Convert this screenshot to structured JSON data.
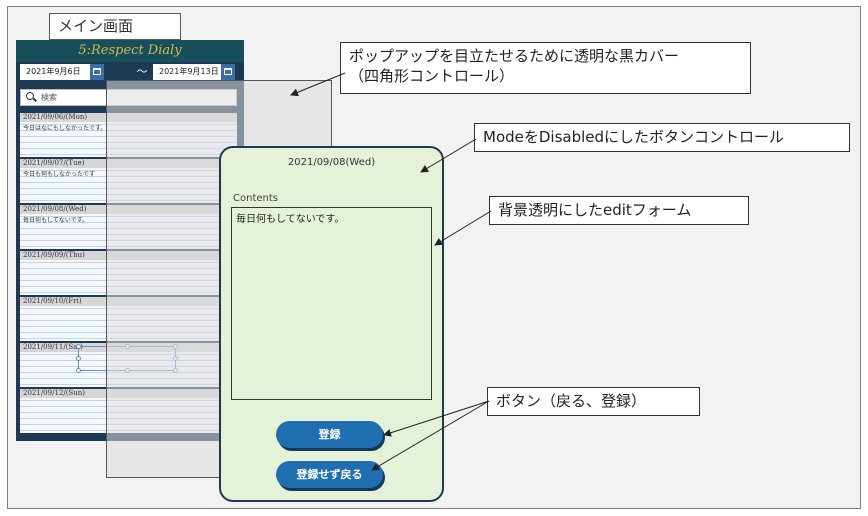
{
  "title": "メイン画面",
  "app": {
    "header": "5:Respect Dialy",
    "date_from": "2021年9月6日",
    "date_to": "2021年9月13日",
    "tilde": "～",
    "search_placeholder": "検索",
    "entries": [
      {
        "date": "2021/09/06/(Mon)",
        "text": "今日はなにもしなかったです。"
      },
      {
        "date": "2021/09/07/(Tue)",
        "text": "今日も何もしなかったです"
      },
      {
        "date": "2021/09/08/(Wed)",
        "text": "毎日何もしてないです。"
      },
      {
        "date": "2021/09/09/(Thu)",
        "text": ""
      },
      {
        "date": "2021/09/10/(Fri)",
        "text": ""
      },
      {
        "date": "2021/09/11/(Sat)",
        "text": ""
      },
      {
        "date": "2021/09/12/(Sun)",
        "text": ""
      }
    ]
  },
  "popup": {
    "date": "2021/09/08(Wed)",
    "contents_label": "Contents",
    "contents_text": "毎日何もしてないです。",
    "register_button": "登録",
    "back_button": "登録せず戻る"
  },
  "callouts": {
    "cover_line1": "ポップアップを目立たせるために透明な黒カバー",
    "cover_line2": "（四角形コントロール）",
    "disabled_button": "ModeをDisabledにしたボタンコントロール",
    "edit_form": "背景透明にしたeditフォーム",
    "buttons": "ボタン（戻る、登録）"
  }
}
